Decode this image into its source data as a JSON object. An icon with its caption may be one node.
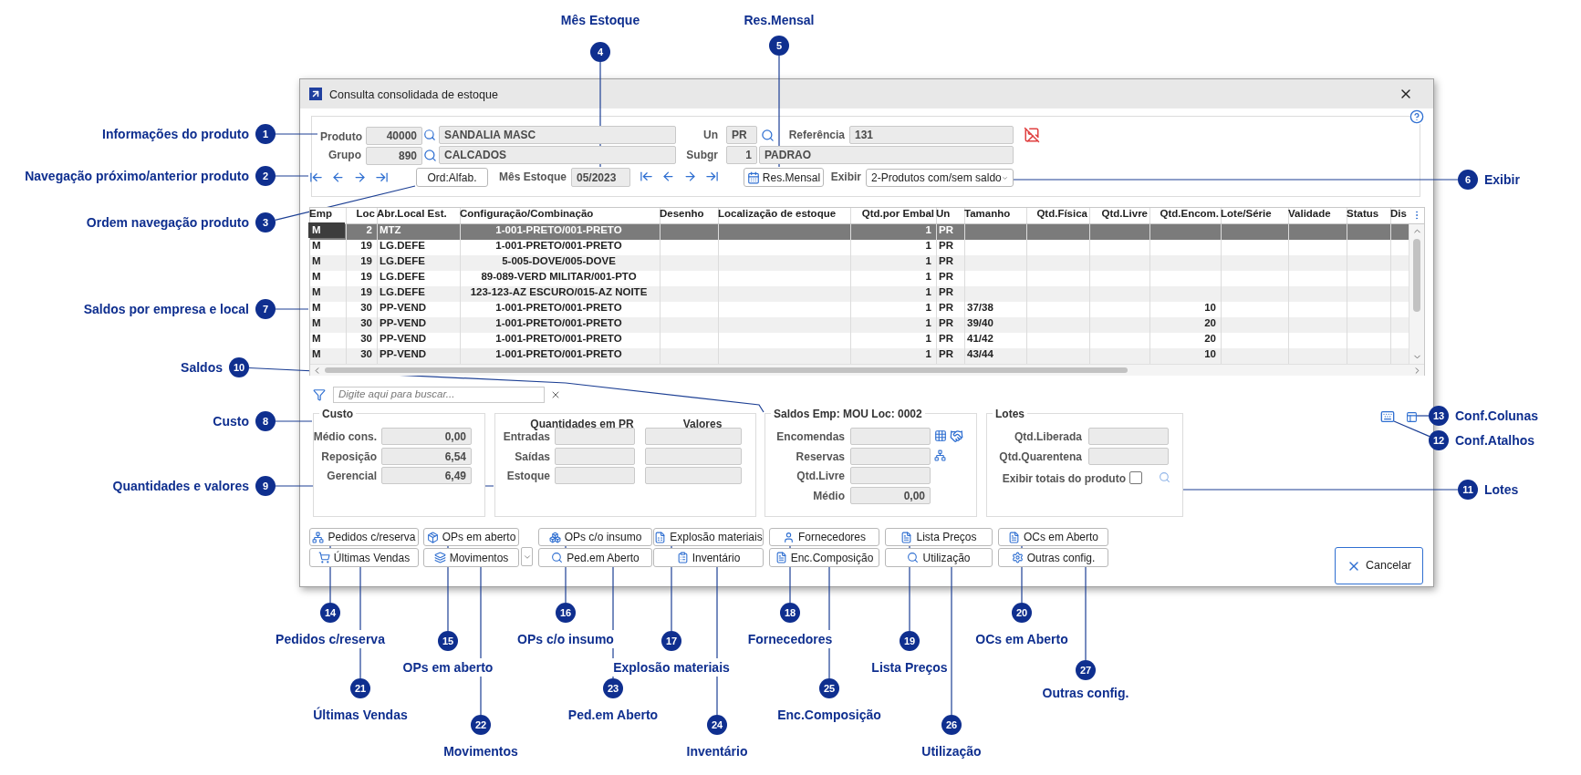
{
  "diagram": {
    "nodes": [
      {
        "text": [
          "Consulta consolidada de estoque"
        ]
      },
      {
        "text": [
          "Produto"
        ],
        "in": 0
      },
      {
        "text": [],
        "shape": "picture",
        "in": 0
      },
      {
        "text": [
          "Ord:Alfab."
        ],
        "in": 0
      },
      {
        "text": [
          "05/2023"
        ],
        "in": 0
      },
      {
        "text": [
          "Res.Mensal"
        ],
        "in": 0
      },
      {
        "text": [
          "2-Produtos com/sem saldo"
        ],
        "in": 0
      },
      {
        "text": [],
        "shape": "box",
        "in": 0
      },
      {
        "text": [
          "Custo"
        ],
        "in": 0
      },
      {
        "text": [
          "Quantidades em PR",
          "Valores"
        ],
        "in": 0
      },
      {
        "text": [
          "Saldos Emp: MOU Loc: 0002"
        ],
        "in": 0
      },
      {
        "text": [
          "Lotes"
        ],
        "in": 0
      },
      {
        "text": [],
        "shape": "picture",
        "in": 0
      },
      {
        "text": [],
        "shape": "picture",
        "in": 0
      },
      {
        "text": [
          "Pedidos c/reserva"
        ],
        "in": 0
      },
      {
        "text": [
          "OPs em aberto"
        ],
        "in": 0
      },
      {
        "text": [
          "OPs c/o insumo"
        ],
        "in": 0
      },
      {
        "text": [
          "Explosão materiais"
        ],
        "in": 0
      },
      {
        "text": [
          "Fornecedores"
        ],
        "in": 0
      },
      {
        "text": [
          "Lista Preços"
        ],
        "in": 0
      },
      {
        "text": [
          "OCs em Aberto"
        ],
        "in": 0
      },
      {
        "text": [
          "Últimas Vendas"
        ],
        "in": 0
      },
      {
        "text": [
          "Movimentos"
        ],
        "in": 0
      },
      {
        "text": [
          "Ped.em Aberto"
        ],
        "in": 0
      },
      {
        "text": [
          "Inventário"
        ],
        "in": 0
      },
      {
        "text": [
          "Enc.Composição"
        ],
        "in": 0
      },
      {
        "text": [
          "Utilização"
        ],
        "in": 0
      },
      {
        "text": [
          "Outras config."
        ],
        "in": 0
      },
      {
        "text": [
          "1"
        ],
        "beside": [
          "Informações do produto"
        ]
      },
      {
        "text": [
          "2"
        ],
        "beside": [
          "Navegação próximo/anterior produto"
        ]
      },
      {
        "text": [
          "3"
        ],
        "beside": [
          "Ordem navegação produto"
        ]
      },
      {
        "text": [
          "4"
        ],
        "beside": [
          "Mês Estoque"
        ]
      },
      {
        "text": [
          "5"
        ],
        "beside": [
          "Res.Mensal"
        ]
      },
      {
        "text": [
          "6"
        ],
        "beside": [
          "Exibir"
        ]
      },
      {
        "text": [
          "7"
        ],
        "beside": [
          "Saldos por empresa e local"
        ]
      },
      {
        "text": [
          "8"
        ],
        "beside": [
          "Custo"
        ]
      },
      {
        "text": [
          "9"
        ],
        "beside": [
          "Quantidades e valores"
        ]
      },
      {
        "text": [
          "10"
        ],
        "beside": [
          "Saldos"
        ]
      },
      {
        "text": [
          "11"
        ],
        "beside": [
          "Lotes"
        ]
      },
      {
        "text": [
          "12"
        ],
        "beside": [
          "Conf.Atalhos"
        ]
      },
      {
        "text": [
          "13"
        ],
        "beside": [
          "Conf.Colunas"
        ]
      },
      {
        "text": [
          "14"
        ],
        "beside": [
          "Pedidos c/reserva"
        ]
      },
      {
        "text": [
          "15"
        ],
        "beside": [
          "OPs em aberto"
        ]
      },
      {
        "text": [
          "16"
        ],
        "beside": [
          "OPs c/o insumo"
        ]
      },
      {
        "text": [
          "17"
        ],
        "beside": [
          "Explosão materiais"
        ]
      },
      {
        "text": [
          "18"
        ],
        "beside": [
          "Fornecedores"
        ]
      },
      {
        "text": [
          "19"
        ],
        "beside": [
          "Lista Preços"
        ]
      },
      {
        "text": [
          "20"
        ],
        "beside": [
          "OCs em Aberto"
        ]
      },
      {
        "text": [
          "21"
        ],
        "beside": [
          "Últimas Vendas"
        ]
      },
      {
        "text": [
          "22"
        ],
        "beside": [
          "Movimentos"
        ]
      },
      {
        "text": [
          "23"
        ],
        "beside": [
          "Ped.em Aberto"
        ]
      },
      {
        "text": [
          "24"
        ],
        "beside": [
          "Inventário"
        ]
      },
      {
        "text": [
          "25"
        ],
        "beside": [
          "Enc.Composição"
        ]
      },
      {
        "text": [
          "26"
        ],
        "beside": [
          "Utilização"
        ]
      },
      {
        "text": [
          "27"
        ],
        "beside": [
          "Outras config."
        ]
      },
      {
        "text": [
          "40000"
        ],
        "in": 0
      },
      {
        "text": [
          "890"
        ],
        "in": 0
      }
    ],
    "edges": [
      {
        "from": 28,
        "to": 1,
        "arrow": "none"
      },
      {
        "from": 29,
        "to": 2,
        "arrow": "none"
      },
      {
        "from": 30,
        "to": 3,
        "arrow": "none"
      },
      {
        "from": 31,
        "to": 4,
        "arrow": "none"
      },
      {
        "from": 32,
        "to": 5,
        "arrow": "none"
      },
      {
        "from": 33,
        "to": 6,
        "arrow": "none"
      },
      {
        "from": 34,
        "to": 7,
        "arrow": "none"
      },
      {
        "from": 35,
        "to": 8,
        "arrow": "none"
      },
      {
        "from": 36,
        "to": 9,
        "arrow": "none"
      },
      {
        "from": 37,
        "to": 10,
        "arrow": "none"
      },
      {
        "from": 38,
        "to": 11,
        "arrow": "none"
      },
      {
        "from": 39,
        "to": 12,
        "arrow": "none"
      },
      {
        "from": 40,
        "to": 13,
        "arrow": "none"
      },
      {
        "from": 41,
        "to": 14,
        "arrow": "none"
      },
      {
        "from": 42,
        "to": 15,
        "arrow": "none"
      },
      {
        "from": 43,
        "to": 16,
        "arrow": "none"
      },
      {
        "from": 44,
        "to": 17,
        "arrow": "none"
      },
      {
        "from": 45,
        "to": 18,
        "arrow": "none"
      },
      {
        "from": 46,
        "to": 19,
        "arrow": "none"
      },
      {
        "from": 47,
        "to": 20,
        "arrow": "none"
      },
      {
        "from": 48,
        "to": 21,
        "arrow": "none"
      },
      {
        "from": 49,
        "to": 22,
        "arrow": "none"
      },
      {
        "from": 50,
        "to": 23,
        "arrow": "none"
      },
      {
        "from": 51,
        "to": 24,
        "arrow": "none"
      },
      {
        "from": 52,
        "to": 25,
        "arrow": "none"
      },
      {
        "from": 53,
        "to": 26,
        "arrow": "none"
      },
      {
        "from": 54,
        "to": 27,
        "arrow": "none"
      }
    ],
    "labels": [
      "SANDALIA MASC",
      "Un",
      "PR",
      "Referência",
      "131",
      "Grupo",
      "CALCADOS",
      "Subgr",
      "1",
      "PADRAO",
      "Mês Estoque",
      "Exibir",
      "Emp",
      "Loc",
      "Abr.Local Est.",
      "Configuração/Combinação",
      "Desenho",
      "Localização de estoque",
      "Qtd.por Embal",
      "Un",
      "Tamanho",
      "Qtd.Física",
      "Qtd.Livre",
      "Qtd.Encom.",
      "Lote/Série",
      "Validade",
      "Status",
      "Dis",
      "M",
      "2",
      "MTZ",
      "1-001-PRETO/001-PRETO",
      "1",
      "PR",
      "M",
      "19",
      "LG.DEFE",
      "1-001-PRETO/001-PRETO",
      "1",
      "PR",
      "M",
      "19",
      "LG.DEFE",
      "5-005-DOVE/005-DOVE",
      "1",
      "PR",
      "M",
      "19",
      "LG.DEFE",
      "89-089-VERD MILITAR/001-PTO",
      "1",
      "PR",
      "M",
      "19",
      "LG.DEFE",
      "123-123-AZ ESCURO/015-AZ NOITE",
      "1",
      "PR",
      "M",
      "30",
      "PP-VEND",
      "1-001-PRETO/001-PRETO",
      "1",
      "PR",
      "37/38",
      "10",
      "M",
      "30",
      "PP-VEND",
      "1-001-PRETO/001-PRETO",
      "1",
      "PR",
      "39/40",
      "20",
      "M",
      "30",
      "PP-VEND",
      "1-001-PRETO/001-PRETO",
      "1",
      "PR",
      "41/42",
      "20",
      "M",
      "30",
      "PP-VEND",
      "1-001-PRETO/001-PRETO",
      "1",
      "PR",
      "43/44",
      "10",
      "Digite aqui para buscar...",
      "Médio cons.",
      "0,00",
      "Reposição",
      "6,54",
      "Gerencial",
      "6,49",
      "Entradas",
      "Saídas",
      "Estoque",
      "Encomendas",
      "Reservas",
      "Qtd.Livre",
      "Médio",
      "0,00",
      "Qtd.Liberada",
      "Qtd.Quarentena",
      "Exibir totais do produto",
      "Cancelar"
    ]
  }
}
